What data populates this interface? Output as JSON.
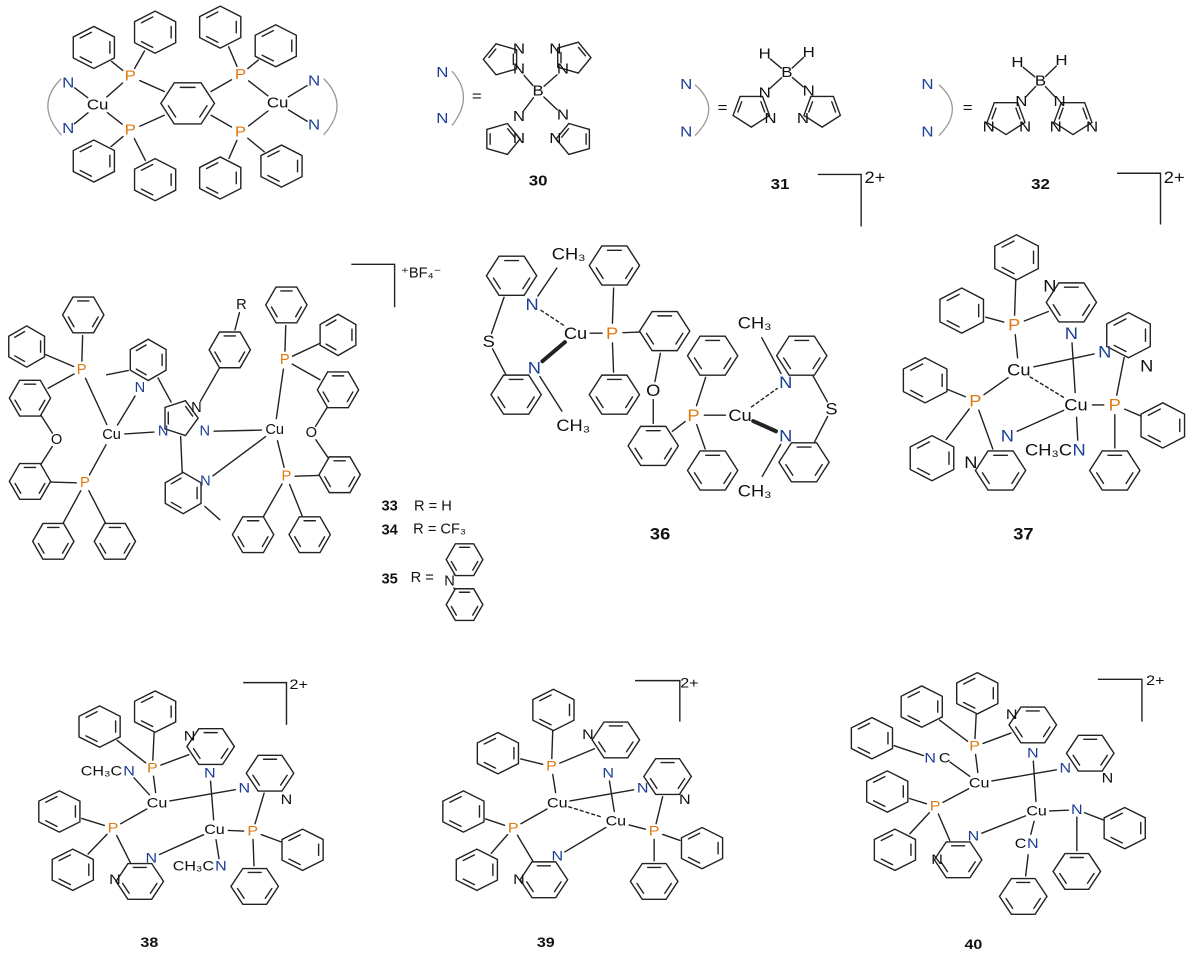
{
  "figure": {
    "atoms": {
      "Cu": "Cu",
      "P": "P",
      "N": "N",
      "O": "O",
      "S": "S",
      "B": "B",
      "H": "H",
      "C": "C",
      "R": "R",
      "CH3": "CH₃",
      "CH3C": "CH₃C"
    },
    "equals": "=",
    "compounds": {
      "c30": "30",
      "c31": "31",
      "c32": "32",
      "c36": "36",
      "c37": "37",
      "c38": "38",
      "c39": "39",
      "c40": "40"
    },
    "charges": {
      "bf4": "⁺BF₄⁻",
      "dication": "2+"
    },
    "r_groups": [
      {
        "compound": "33",
        "text": "R = H"
      },
      {
        "compound": "34",
        "text": "R = CF₃"
      },
      {
        "compound": "35",
        "text": "R ="
      }
    ]
  },
  "colors": {
    "phosphorus": "#e07a10",
    "nitrogen": "#1c3f96",
    "bond": "#222222",
    "coordination": "#8a8a8a"
  }
}
